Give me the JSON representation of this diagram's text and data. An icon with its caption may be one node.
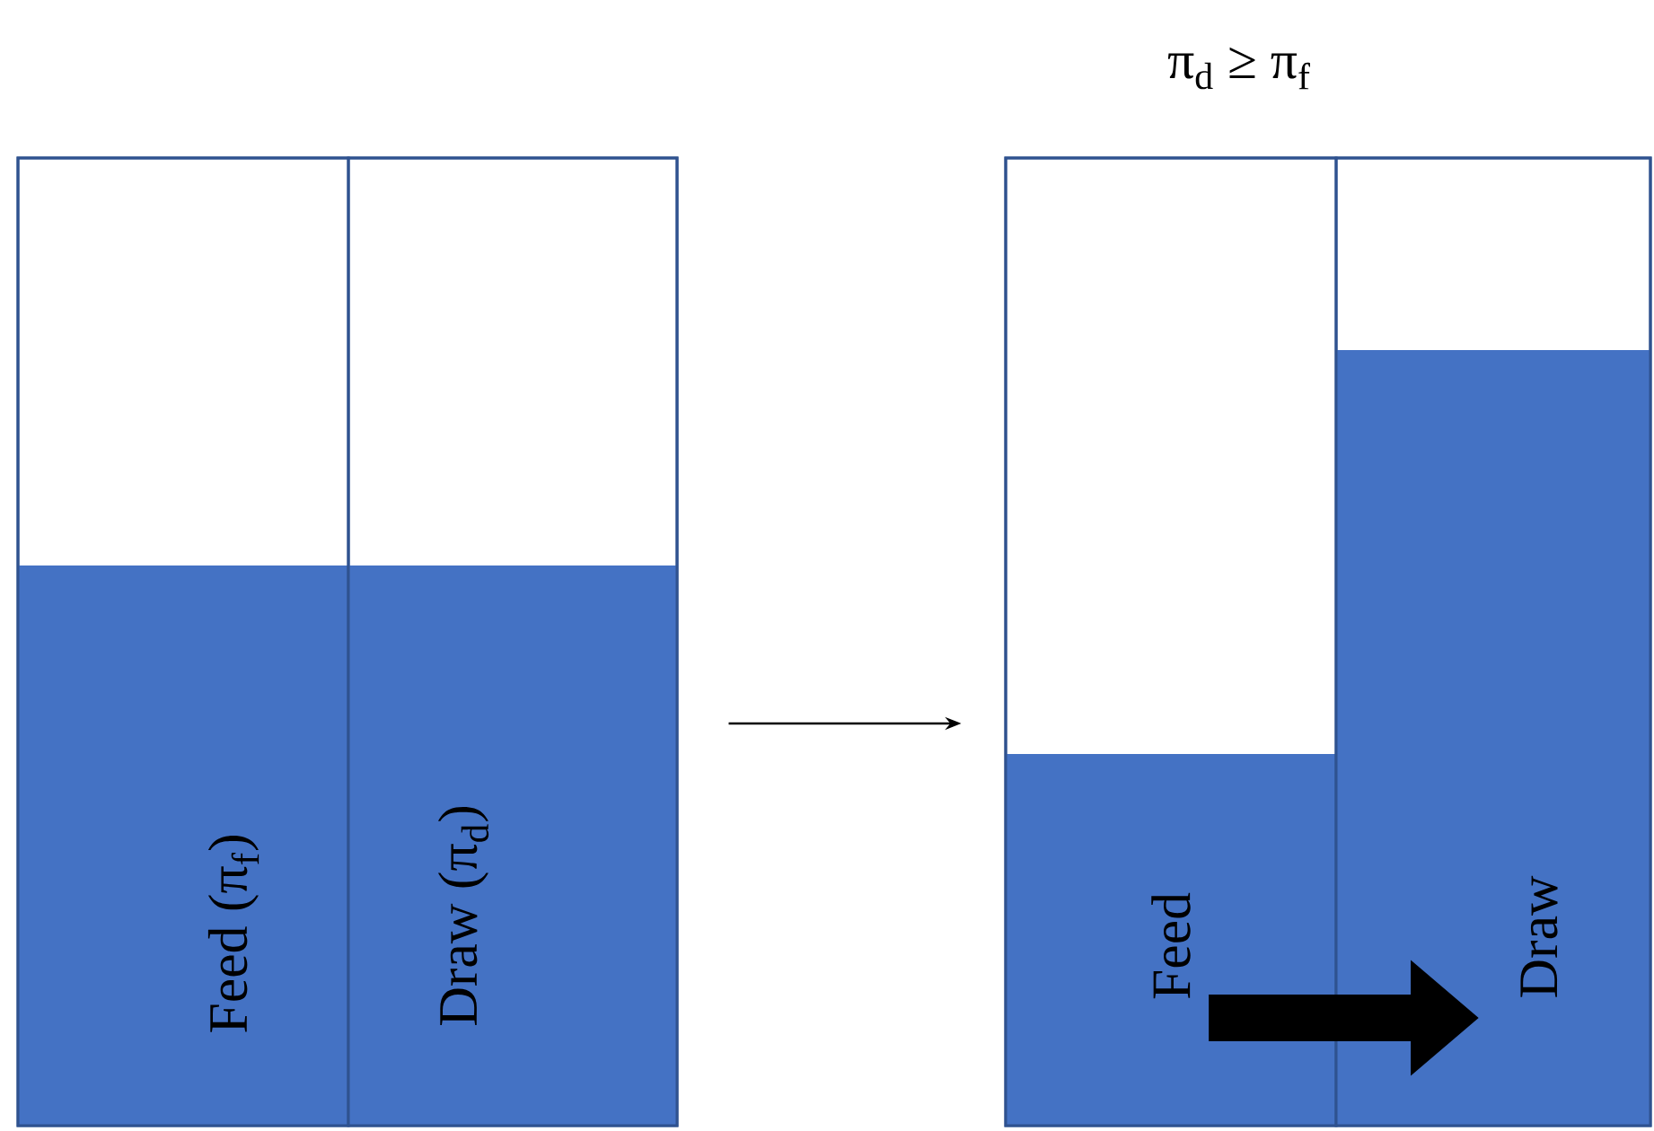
{
  "diagram": {
    "nodes": [
      {
        "text": [],
        "shape": "box"
      },
      {
        "text": [
          "Feed (π$_{f}$)"
        ],
        "in": 0
      },
      {
        "text": [
          "Draw (π$_{d}$)"
        ],
        "in": 0
      },
      {
        "text": [],
        "shape": "box"
      },
      {
        "text": [
          "Feed"
        ],
        "in": 3
      },
      {
        "text": [
          "Draw"
        ],
        "in": 3
      }
    ],
    "edges": [
      {
        "from": 0,
        "to": 3,
        "arrow": "to"
      },
      {
        "from": 4,
        "to": 5,
        "arrow": "to",
        "style": "thick"
      }
    ],
    "labels": [
      "π$_{d}$ ≥ π$_{f}$"
    ]
  }
}
